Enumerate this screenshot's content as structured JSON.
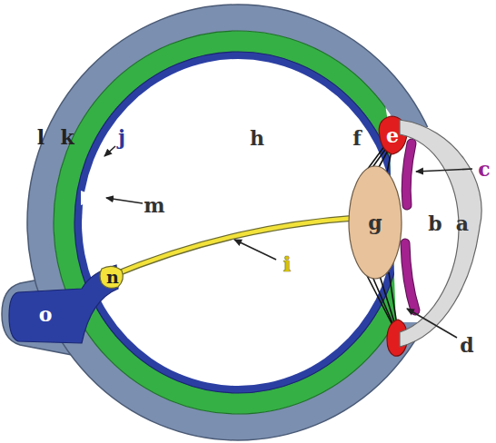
{
  "diagram": {
    "labels": [
      "a",
      "b",
      "c",
      "d",
      "e",
      "f",
      "g",
      "h",
      "i",
      "j",
      "k",
      "l",
      "m",
      "n",
      "o"
    ]
  }
}
